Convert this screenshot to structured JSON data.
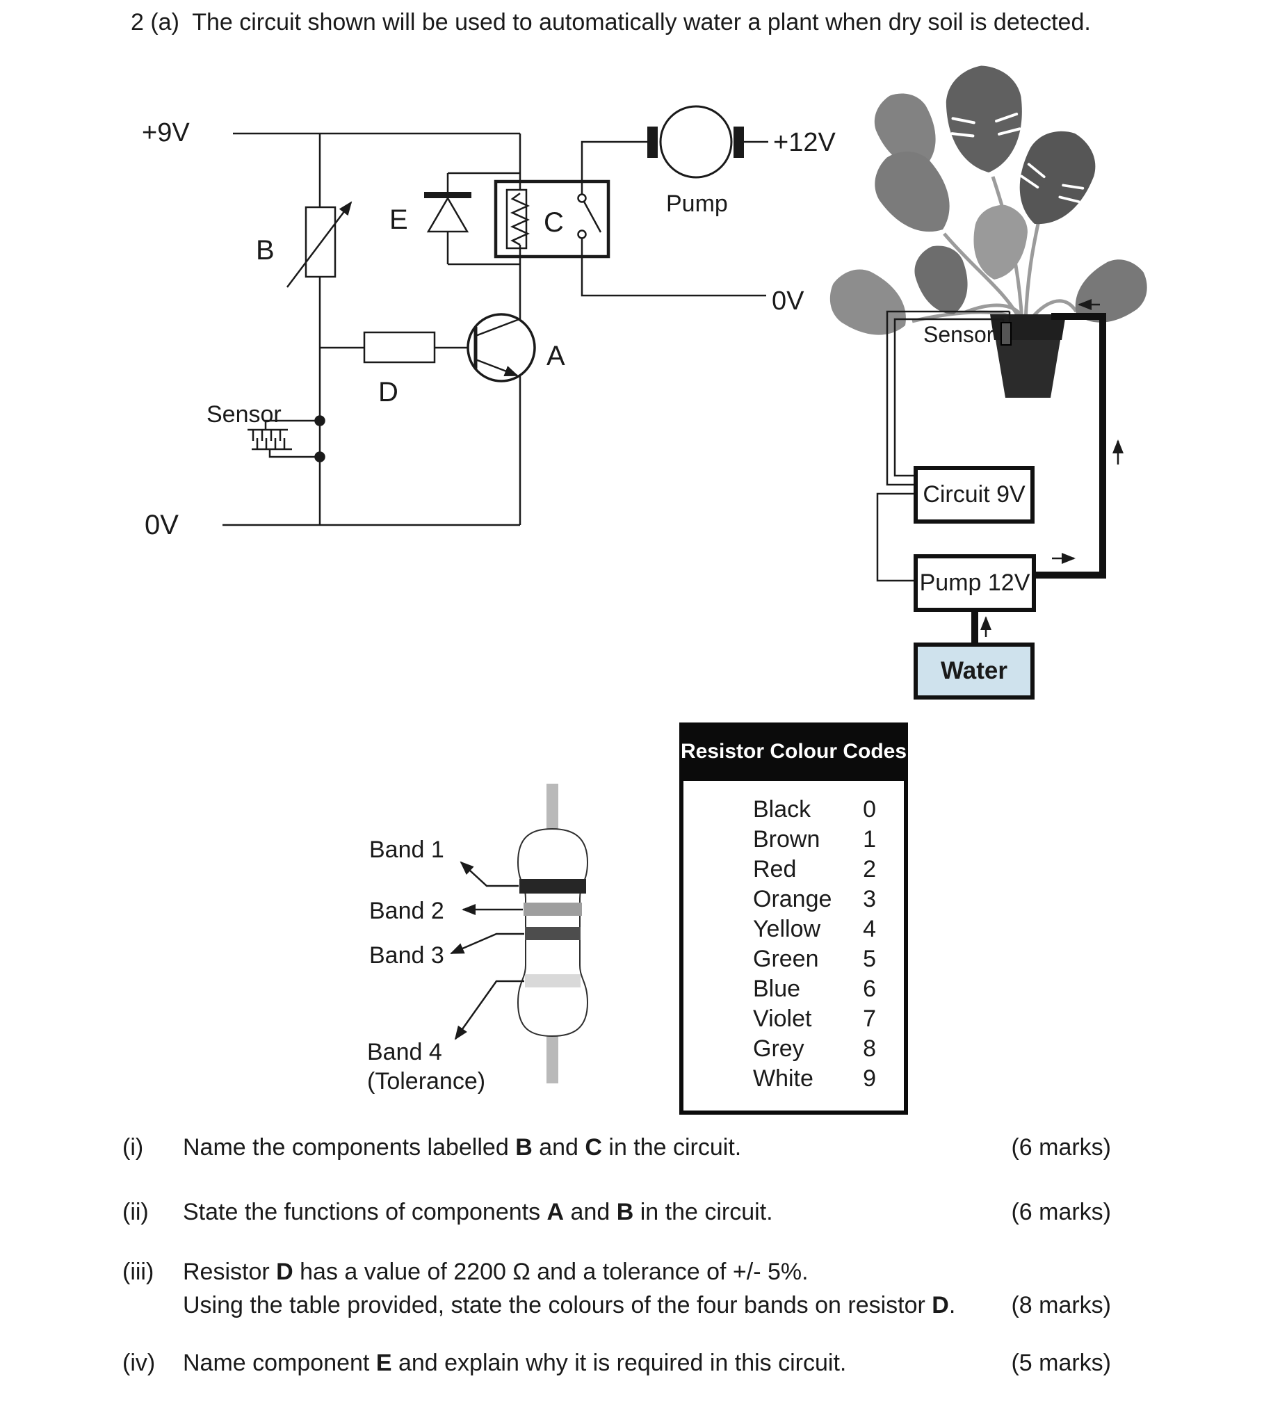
{
  "title": "2 (a)  The circuit shown will be used to automatically water a plant when dry soil is detected.",
  "circuit": {
    "supply_label": "+9V",
    "ground_label": "0V",
    "component_b": "B",
    "component_e": "E",
    "component_c": "C",
    "component_d": "D",
    "component_a": "A",
    "sensor_label": "Sensor",
    "pump_label": "Pump",
    "pump_supply_label": "+12V",
    "pump_ground_label": "0V"
  },
  "system_diagram": {
    "sensor_label": "Sensor",
    "circuit_box": "Circuit 9V",
    "pump_box": "Pump 12V",
    "water_box": "Water",
    "water_fill": "#cfe2ed"
  },
  "resistor_figure": {
    "band1_label": "Band 1",
    "band2_label": "Band 2",
    "band3_label": "Band 3",
    "band4_label": "Band 4",
    "tolerance_label": "(Tolerance)",
    "lead_color": "#b9b9b9",
    "band_colors": {
      "band1": "#262626",
      "band2": "#9e9e9e",
      "band3": "#4d4d4d",
      "band4": "#d9d9d9"
    }
  },
  "colour_table": {
    "title": "Resistor Colour Codes",
    "rows": [
      {
        "colour": "Black",
        "value": "0"
      },
      {
        "colour": "Brown",
        "value": "1"
      },
      {
        "colour": "Red",
        "value": "2"
      },
      {
        "colour": "Orange",
        "value": "3"
      },
      {
        "colour": "Yellow",
        "value": "4"
      },
      {
        "colour": "Green",
        "value": "5"
      },
      {
        "colour": "Blue",
        "value": "6"
      },
      {
        "colour": "Violet",
        "value": "7"
      },
      {
        "colour": "Grey",
        "value": "8"
      },
      {
        "colour": "White",
        "value": "9"
      }
    ]
  },
  "questions": [
    {
      "num": "(i)",
      "marks": "(6 marks)",
      "parts": [
        {
          "t": "Name the components labelled "
        },
        {
          "t": "B",
          "b": true
        },
        {
          "t": " and "
        },
        {
          "t": "C",
          "b": true
        },
        {
          "t": " in the circuit."
        }
      ]
    },
    {
      "num": "(ii)",
      "marks": "(6 marks)",
      "parts": [
        {
          "t": "State the functions of components "
        },
        {
          "t": "A",
          "b": true
        },
        {
          "t": " and "
        },
        {
          "t": "B",
          "b": true
        },
        {
          "t": " in the circuit."
        }
      ]
    },
    {
      "num": "(iii)",
      "marks": "(8 marks)",
      "parts": [
        {
          "t": "Resistor "
        },
        {
          "t": "D",
          "b": true
        },
        {
          "t": " has a value of 2200 Ω and a tolerance of +/- 5%."
        }
      ],
      "parts2": [
        {
          "t": "Using the table provided, state the colours of the four bands on resistor "
        },
        {
          "t": "D",
          "b": true
        },
        {
          "t": "."
        }
      ]
    },
    {
      "num": "(iv)",
      "marks": "(5 marks)",
      "parts": [
        {
          "t": "Name component "
        },
        {
          "t": "E",
          "b": true
        },
        {
          "t": " and explain why it is required in this circuit."
        }
      ]
    }
  ]
}
